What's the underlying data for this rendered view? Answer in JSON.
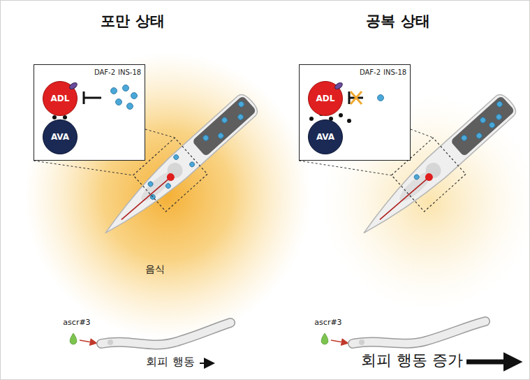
{
  "diagram": {
    "nodes": [
      {
        "text": [
          "DAF-2",
          "INS-18"
        ]
      },
      {
        "text": [
          "ADL"
        ],
        "in": 0
      },
      {
        "text": [
          "AVA"
        ],
        "in": 0
      },
      {
        "text": [
          "DAF-2",
          "INS-18"
        ]
      },
      {
        "text": [
          "ADL"
        ],
        "in": 3
      },
      {
        "text": [
          "AVA"
        ],
        "in": 3
      }
    ],
    "labels": [
      "포만 상태",
      "공복 상태",
      "음식",
      "ascr#3",
      "회피 행동",
      "ascr#3",
      "회피 행동 증가"
    ]
  }
}
